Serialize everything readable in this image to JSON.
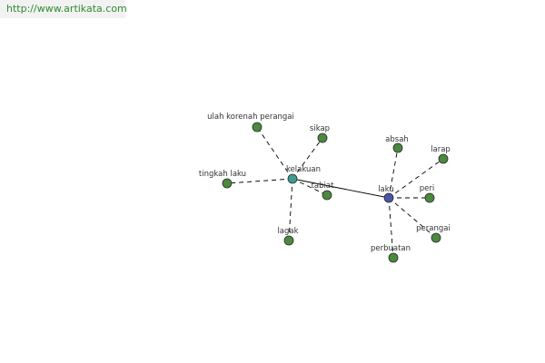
{
  "watermark": {
    "url": "http://www.artikata.com"
  },
  "colors": {
    "hub_kelakuan": "#3f9a90",
    "hub_laku": "#4a55a8",
    "leaf": "#4a8a3e",
    "node_stroke": "#2b2b2b",
    "edge": "#000000",
    "url_text": "#2e8b2e"
  },
  "graph": {
    "nodes": [
      {
        "id": "kelakuan",
        "label": "kelakuan",
        "kind": "hub_kelakuan"
      },
      {
        "id": "laku",
        "label": "laku",
        "kind": "hub_laku"
      },
      {
        "id": "ulah",
        "label": "ulah korenah perangai",
        "kind": "leaf"
      },
      {
        "id": "sikap",
        "label": "sikap",
        "kind": "leaf"
      },
      {
        "id": "tingkah",
        "label": "tingkah laku",
        "kind": "leaf"
      },
      {
        "id": "tabiat",
        "label": "tabiat",
        "kind": "leaf"
      },
      {
        "id": "lagak",
        "label": "lagak",
        "kind": "leaf"
      },
      {
        "id": "absah",
        "label": "absah",
        "kind": "leaf"
      },
      {
        "id": "larap",
        "label": "larap",
        "kind": "leaf"
      },
      {
        "id": "peri",
        "label": "peri",
        "kind": "leaf"
      },
      {
        "id": "perangai",
        "label": "perangai",
        "kind": "leaf"
      },
      {
        "id": "perbuatan",
        "label": "perbuatan",
        "kind": "leaf"
      }
    ],
    "edges": [
      {
        "from": "kelakuan",
        "to": "laku",
        "style": "solid"
      },
      {
        "from": "kelakuan",
        "to": "ulah",
        "style": "dashed"
      },
      {
        "from": "kelakuan",
        "to": "sikap",
        "style": "dashed"
      },
      {
        "from": "kelakuan",
        "to": "tingkah",
        "style": "dashed"
      },
      {
        "from": "kelakuan",
        "to": "tabiat",
        "style": "dashed"
      },
      {
        "from": "kelakuan",
        "to": "lagak",
        "style": "dashed"
      },
      {
        "from": "laku",
        "to": "absah",
        "style": "dashed"
      },
      {
        "from": "laku",
        "to": "larap",
        "style": "dashed"
      },
      {
        "from": "laku",
        "to": "peri",
        "style": "dashed"
      },
      {
        "from": "laku",
        "to": "perangai",
        "style": "dashed"
      },
      {
        "from": "laku",
        "to": "perbuatan",
        "style": "dashed"
      }
    ]
  }
}
